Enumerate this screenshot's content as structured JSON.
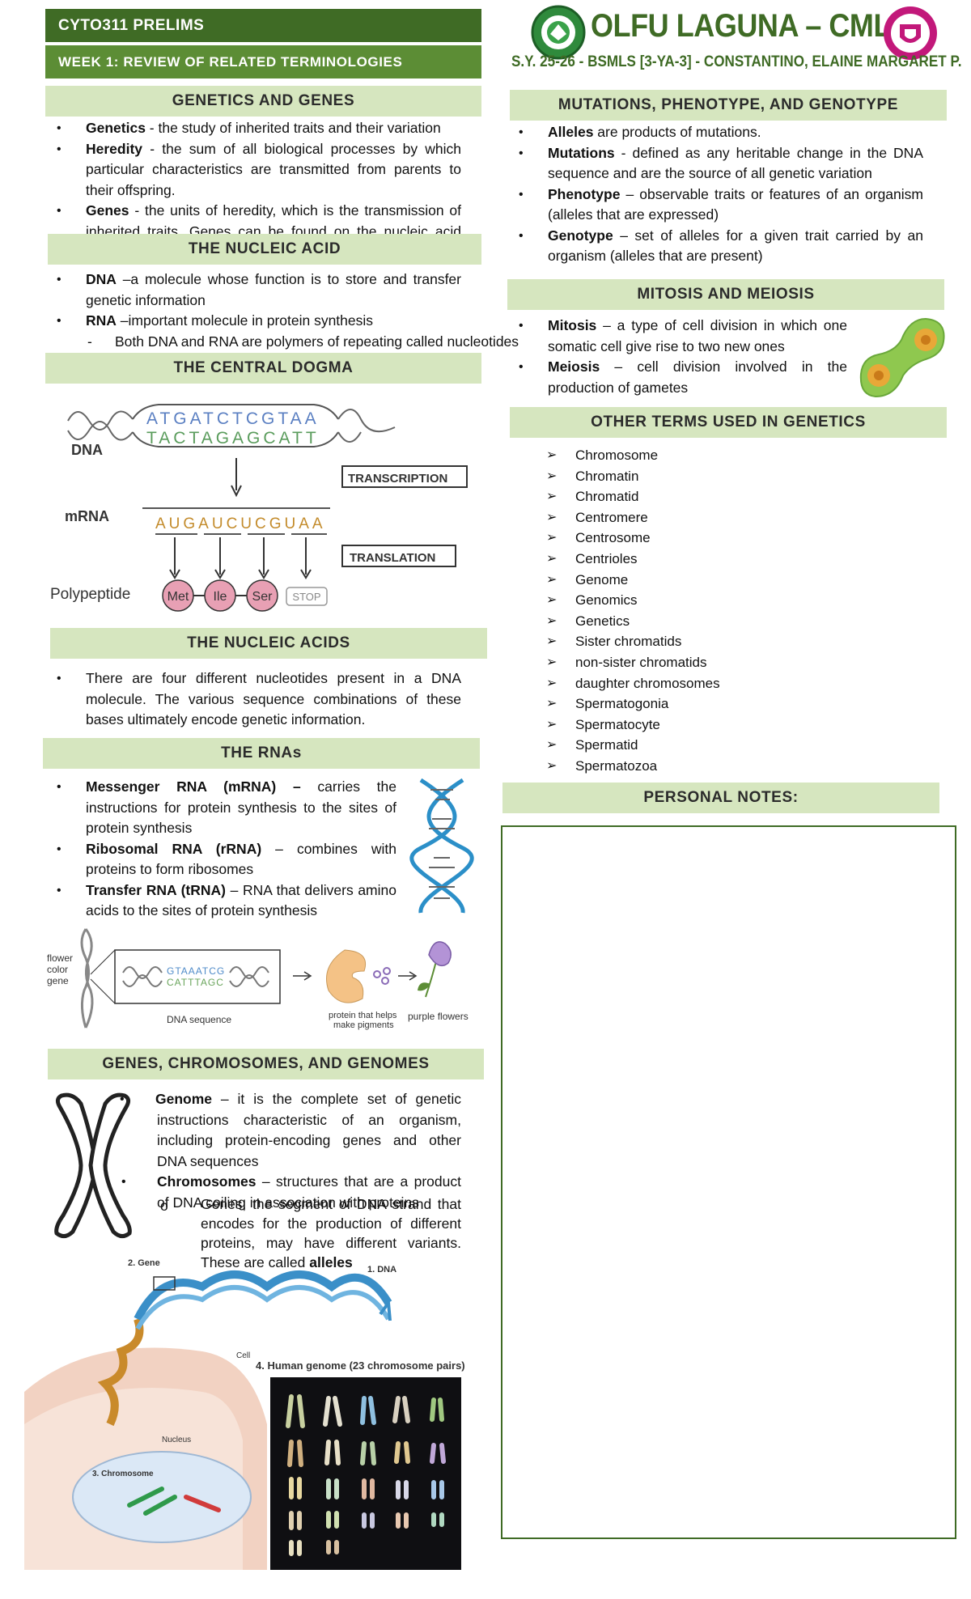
{
  "header": {
    "course": "CYTO311 PRELIMS",
    "week": "WEEK 1: REVIEW OF RELATED TERMINOLOGIES",
    "school": "OLFU LAGUNA – CMLS",
    "student": "S.Y. 25-26 - BSMLS [3-YA-3] - CONSTANTINO, ELAINE MARGARET P."
  },
  "genetics": {
    "title": "GENETICS AND GENES",
    "items": [
      {
        "term": "Genetics",
        "text": " - the study of inherited traits and their variation"
      },
      {
        "term": "Heredity",
        "text": " - the sum of all biological processes by which particular characteristics are transmitted from parents to their offspring."
      },
      {
        "term": "Genes",
        "text": " - the units of heredity, which is the transmission of inherited traits. Genes can be found on the nucleic acid DNA"
      }
    ]
  },
  "nucleic_acid": {
    "title": "THE NUCLEIC ACID",
    "items": [
      {
        "term": "DNA",
        "text": " –a molecule whose function is to store and transfer genetic information"
      },
      {
        "term": "RNA",
        "text": " –important molecule in protein synthesis"
      }
    ],
    "sub": "Both DNA and RNA are polymers of repeating called nucleotides"
  },
  "central_dogma": {
    "title": "THE CENTRAL DOGMA",
    "dna_label": "DNA",
    "dna_top": "ATGATCTCGTAA",
    "dna_bottom": "TACTAGAGCATT",
    "transcription": "TRANSCRIPTION",
    "mrna_label": "mRNA",
    "mrna_seq": "AUGAUCUCGUAA",
    "translation": "TRANSLATION",
    "polypeptide_label": "Polypeptide",
    "amino_acids": [
      "Met",
      "Ile",
      "Ser"
    ],
    "stop": "STOP"
  },
  "nucleic_acids": {
    "title": "THE NUCLEIC ACIDS",
    "text": "There are four different nucleotides present in a DNA molecule. The various sequence combinations of these bases ultimately encode genetic information."
  },
  "rnas": {
    "title": "THE RNAs",
    "items": [
      {
        "term": "Messenger RNA (mRNA) –",
        "text": " carries the instructions for protein synthesis to the sites of protein synthesis"
      },
      {
        "term": "Ribosomal RNA (rRNA)",
        "text": " – combines with proteins to form ribosomes"
      },
      {
        "term": "Transfer RNA (tRNA)",
        "text": " – RNA that delivers amino acids to the sites of protein synthesis"
      }
    ]
  },
  "flower_figure": {
    "gene_label": "flower color gene",
    "seq_top": "GTAAATCG",
    "seq_bottom": "CATTTAGC",
    "seq_label": "DNA sequence",
    "protein_label": "protein that helps make pigments",
    "flowers_label": "purple flowers"
  },
  "genomes": {
    "title": "GENES, CHROMOSOMES, AND GENOMES",
    "items": [
      {
        "term": "Genome",
        "text": " – it is the complete set of genetic instructions characteristic of an organism, including protein-encoding genes and other DNA sequences"
      },
      {
        "term": "Chromosomes",
        "text": " – structures that are a product of DNA coiling in association with proteins"
      }
    ],
    "sub_pre": "Genes, the segment of DNA strand that encodes for the production of different proteins, may have different variants. These are called ",
    "sub_term": "alleles"
  },
  "genome_figure": {
    "gene": "2. Gene",
    "dna": "1. DNA",
    "cell": "Cell",
    "nucleus": "Nucleus",
    "chromosome": "3. Chromosome",
    "human": "4. Human genome (23 chromosome pairs)"
  },
  "mutations": {
    "title": "MUTATIONS, PHENOTYPE, AND GENOTYPE",
    "items": [
      {
        "term": "Alleles",
        "text": " are products of mutations."
      },
      {
        "term": "Mutations",
        "text": " - defined as any heritable change in the DNA sequence and are the source of all genetic variation"
      },
      {
        "term": "Phenotype",
        "text": " – observable traits or features of an organism (alleles that are expressed)"
      },
      {
        "term": "Genotype",
        "text": " – set of alleles for a given trait carried by an organism (alleles that are present)"
      }
    ]
  },
  "mitosis": {
    "title": "MITOSIS AND MEIOSIS",
    "items": [
      {
        "term": "Mitosis",
        "text": " – a type of cell division in which one somatic cell give rise to two new ones"
      },
      {
        "term": "Meiosis",
        "text": " – cell division involved in the production of gametes"
      }
    ]
  },
  "other_terms": {
    "title": "OTHER TERMS USED IN GENETICS",
    "items": [
      "Chromosome",
      "Chromatin",
      "Chromatid",
      "Centromere",
      "Centrosome",
      "Centrioles",
      "Genome",
      "Genomics",
      "Genetics",
      "Sister chromatids",
      "non-sister chromatids",
      "daughter chromosomes",
      "Spermatogonia",
      "Spermatocyte",
      "Spermatid",
      "Spermatozoa"
    ]
  },
  "notes": {
    "title": "PERSONAL NOTES:"
  },
  "colors": {
    "dark_green": "#3f6b25",
    "mid_green": "#5c8d35",
    "light_green": "#d6e6bf",
    "magenta": "#c2187a"
  }
}
